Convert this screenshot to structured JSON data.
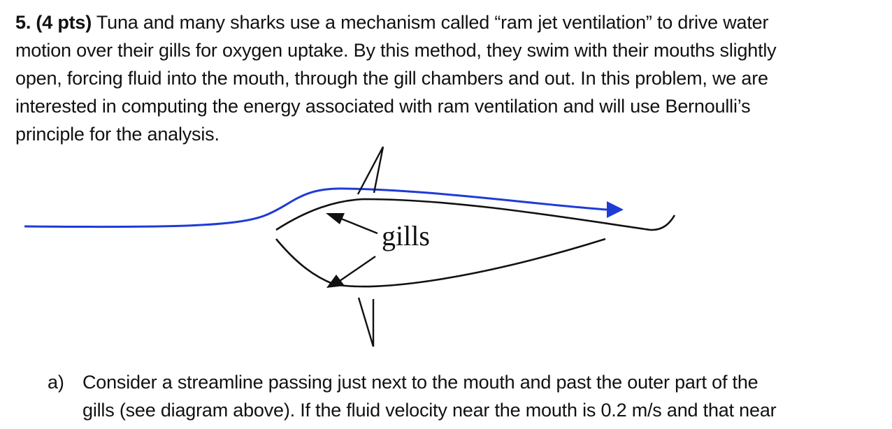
{
  "problem": {
    "number": "5. (4 pts)",
    "text_line1": " Tuna and many sharks use a mechanism called “ram jet ventilation” to drive water",
    "text_line2": "motion over their gills for oxygen uptake. By this method, they swim with their mouths slightly",
    "text_line3": "open, forcing fluid into the mouth, through the gill chambers and out. In this problem, we are",
    "text_line4": "interested in computing the energy associated with ram ventilation and will use Bernoulli’s",
    "text_line5": "principle for the analysis."
  },
  "diagram": {
    "label": "gills",
    "streamline_color": "#1f3bd6",
    "outline_color": "#111111"
  },
  "part_a": {
    "marker": "a)",
    "line1": "Consider a streamline passing just next to the mouth and past the outer part of the",
    "line2": "gills (see diagram above). If the fluid velocity near the mouth is 0.2 m/s and that near"
  }
}
